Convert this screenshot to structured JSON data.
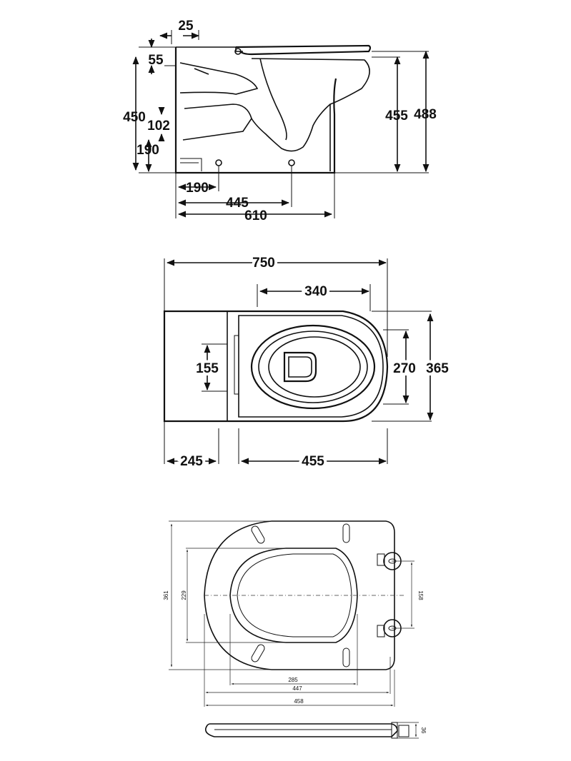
{
  "side_view": {
    "dim_top_offset": "25",
    "dim_rim_offset": "55",
    "dim_outlet_height": "450",
    "dim_outlet_diameter": "102",
    "dim_outlet_centre_height": "190",
    "dim_bowl_height": "455",
    "dim_seat_height": "488",
    "dim_fixing_from_wall": "190",
    "dim_outlet_from_wall": "445",
    "dim_total_length": "610"
  },
  "top_view": {
    "dim_overall_length": "750",
    "dim_bowl_inner_length": "340",
    "dim_inlet_height": "155",
    "dim_bowl_inner_width": "270",
    "dim_bowl_width": "365",
    "dim_cistern_depth": "245",
    "dim_bowl_length": "455"
  },
  "seat_view": {
    "dim_overall_width": "361",
    "dim_opening_width": "229",
    "dim_hinge_spacing": "158",
    "dim_opening_length": "285",
    "dim_seat_length": "447",
    "dim_total_length": "458",
    "dim_thickness": "36"
  }
}
